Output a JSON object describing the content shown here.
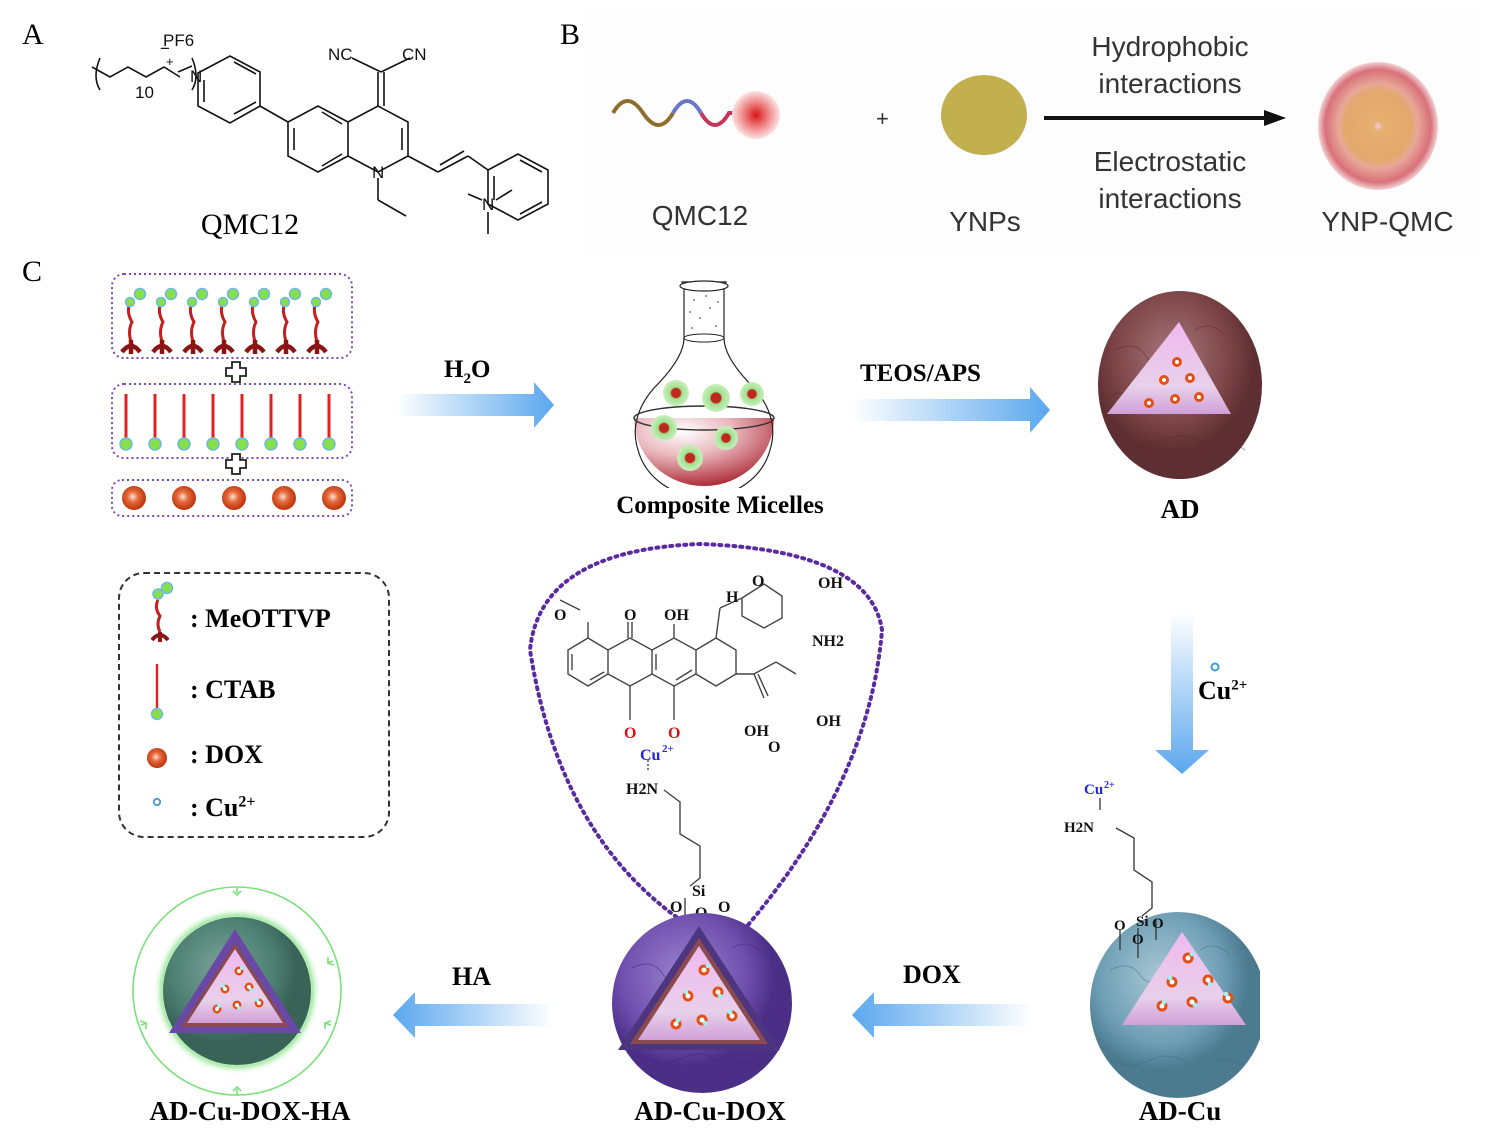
{
  "panels": {
    "A": {
      "letter": "A",
      "compound_label": "QMC12",
      "atoms": {
        "counter_ion": "PF6",
        "counter_ion_charge": "−",
        "cation_charge": "+",
        "chain_repeat": "10",
        "pyridinium_N": "N",
        "quinoline_N": "N",
        "amine_N": "N",
        "nitrile_left": "NC",
        "nitrile_right": "CN"
      }
    },
    "B": {
      "letter": "B",
      "items": [
        {
          "label": "QMC12"
        },
        {
          "label": "YNPs"
        },
        {
          "label": "YNP-QMC"
        }
      ],
      "plus": "+",
      "arrow_top": [
        "Hydrophobic",
        "interactions"
      ],
      "arrow_bottom": [
        "Electrostatic",
        "interactions"
      ]
    },
    "C": {
      "letter": "C",
      "steps": {
        "h2o_arrow": {
          "main": "H",
          "sub": "2",
          "tail": "O"
        },
        "teos_arrow": "TEOS/APS",
        "cu_arrow": {
          "main": "Cu",
          "sup": "2+"
        },
        "dox_arrow": "DOX",
        "ha_arrow": "HA"
      },
      "products": {
        "composite_micelles": "Composite Micelles",
        "ad": "AD",
        "ad_cu": "AD-Cu",
        "ad_cu_dox": "AD-Cu-DOX",
        "ad_cu_dox_ha": "AD-Cu-DOX-HA"
      },
      "legend": [
        {
          "icon": "meottvp-molecule-icon",
          "label": ": MeOTTVP"
        },
        {
          "icon": "ctab-molecule-icon",
          "label": ": CTAB"
        },
        {
          "icon": "dox-sphere-icon",
          "label": ": DOX"
        },
        {
          "icon": "cu-ion-icon",
          "label": ": Cu",
          "sup": "2+"
        }
      ],
      "dox_structure": {
        "atoms": [
          "O",
          "O",
          "OH",
          "H",
          "O",
          "OH",
          "NH2",
          "OH",
          "OH",
          "O",
          "O",
          "O"
        ],
        "cu": "Cu",
        "cu_charge": "2+",
        "amine": "H2N",
        "si": "Si",
        "siloxane_O": [
          "O",
          "O",
          "O"
        ]
      },
      "colors": {
        "arrow_blue": "#5aa7ee",
        "ad_shell": "#7d4548",
        "ad_cu_shell": "#6f9fb5",
        "ad_cu_dox_shell": "#6f4fae",
        "ha_shell": "#4d7f73",
        "ha_ring": "#7be07b",
        "core_pink": "#e8a7e8",
        "dox_red": "#d9461e",
        "cu_blue": "#2323e0",
        "o_red": "#dd1111",
        "dotted_purple": "#5a2aa0"
      }
    }
  }
}
